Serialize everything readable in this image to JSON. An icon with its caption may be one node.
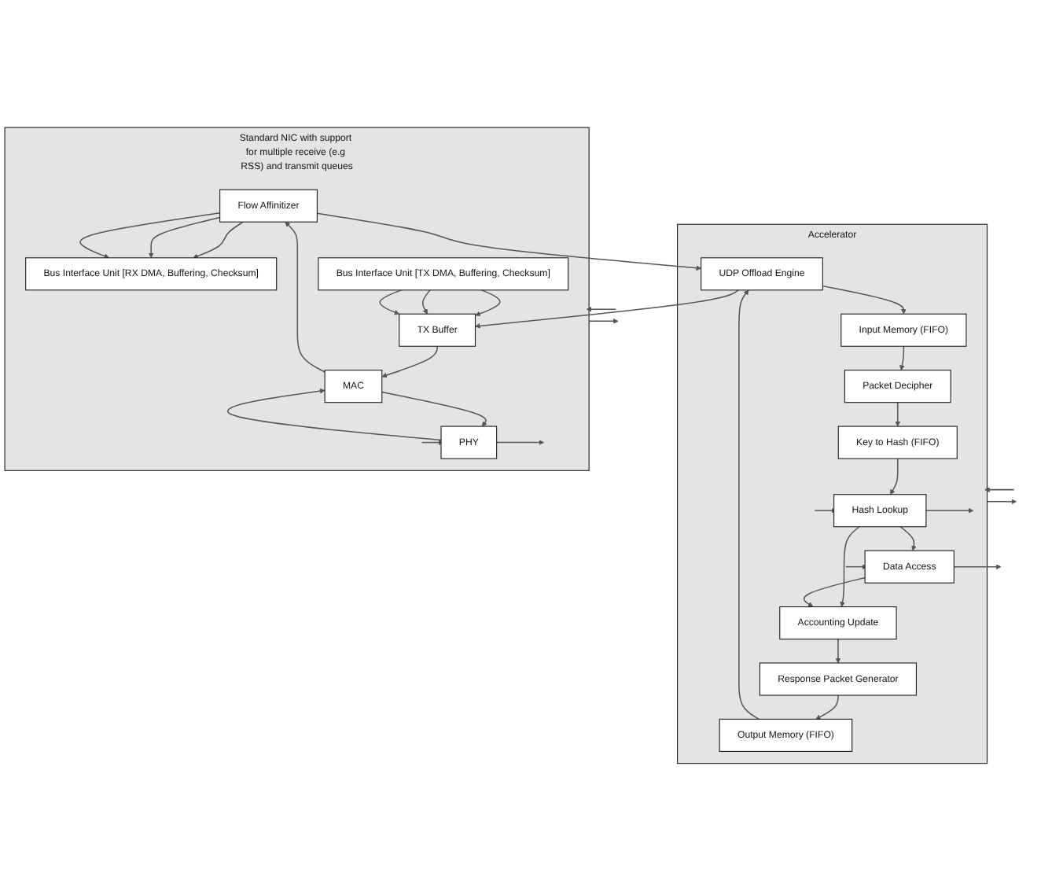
{
  "diagram": {
    "nodes": [
      {
        "text": [
          "Standard NIC with support for multiple receive (e.g RSS) and transmit queues"
        ]
      },
      {
        "text": [
          "Flow Affinitizer"
        ],
        "in": 0
      },
      {
        "text": [
          "Bus Interface Unit [RX DMA, Buffering, Checksum]"
        ],
        "in": 0
      },
      {
        "text": [
          "PHY"
        ],
        "in": 0
      },
      {
        "text": [
          "MAC"
        ],
        "in": 0
      },
      {
        "text": [
          "TX Buffer"
        ],
        "in": 0
      },
      {
        "text": [
          "Bus Interface Unit [TX DMA, Buffering, Checksum]"
        ],
        "in": 0
      },
      {
        "text": [
          "Accelerator"
        ]
      },
      {
        "text": [
          "Packet Decipher"
        ],
        "in": 7
      },
      {
        "text": [
          "Input Memory (FIFO)"
        ],
        "in": 7
      },
      {
        "text": [
          "UDP Offload Engine"
        ],
        "in": 7
      },
      {
        "text": [
          "Output Memory (FIFO)"
        ],
        "in": 7
      },
      {
        "text": [
          "Response Packet Generator"
        ],
        "in": 7
      },
      {
        "text": [
          "Key to Hash (FIFO)"
        ],
        "in": 7
      },
      {
        "text": [
          "Hash Lookup"
        ],
        "in": 7
      },
      {
        "text": [
          "Data Access"
        ],
        "in": 7
      },
      {
        "text": [
          "Accounting Update"
        ],
        "in": 7
      }
    ],
    "edges": [
      {
        "from": 3,
        "to": null,
        "arrow": "to"
      },
      {
        "from": null,
        "to": 3,
        "arrow": "to"
      },
      {
        "from": 4,
        "to": 3,
        "arrow": "to"
      },
      {
        "from": 3,
        "to": 4,
        "arrow": "to"
      },
      {
        "from": 4,
        "to": 1,
        "arrow": "to"
      },
      {
        "from": 5,
        "to": 4,
        "arrow": "to"
      },
      {
        "from": 1,
        "to": 2,
        "arrow": "to"
      },
      {
        "from": 1,
        "to": 2,
        "arrow": "to"
      },
      {
        "from": 1,
        "to": 2,
        "arrow": "to"
      },
      {
        "from": 6,
        "to": 5,
        "arrow": "to"
      },
      {
        "from": 6,
        "to": 5,
        "arrow": "to"
      },
      {
        "from": 6,
        "to": 5,
        "arrow": "to"
      },
      {
        "from": 1,
        "to": 10,
        "arrow": "to"
      },
      {
        "from": 10,
        "to": 5,
        "arrow": "to"
      },
      {
        "from": null,
        "to": 0,
        "arrow": "to"
      },
      {
        "from": 0,
        "to": null,
        "arrow": "to"
      },
      {
        "from": 10,
        "to": 9,
        "arrow": "to"
      },
      {
        "from": 9,
        "to": 8,
        "arrow": "to"
      },
      {
        "from": 11,
        "to": 10,
        "arrow": "to"
      },
      {
        "from": 12,
        "to": 11,
        "arrow": "to"
      },
      {
        "from": 8,
        "to": 13,
        "arrow": "to"
      },
      {
        "from": 13,
        "to": 14,
        "arrow": "to"
      },
      {
        "from": 14,
        "to": 16,
        "arrow": "to"
      },
      {
        "from": 14,
        "to": 15,
        "arrow": "to"
      },
      {
        "from": 15,
        "to": 16,
        "arrow": "to"
      },
      {
        "from": 16,
        "to": 12,
        "arrow": "to"
      },
      {
        "from": 14,
        "to": null,
        "arrow": "to"
      },
      {
        "from": 15,
        "to": null,
        "arrow": "to"
      },
      {
        "from": null,
        "to": 14,
        "arrow": "to"
      },
      {
        "from": null,
        "to": 15,
        "arrow": "to"
      },
      {
        "from": null,
        "to": 7,
        "arrow": "to"
      },
      {
        "from": 7,
        "to": null,
        "arrow": "to"
      }
    ]
  }
}
